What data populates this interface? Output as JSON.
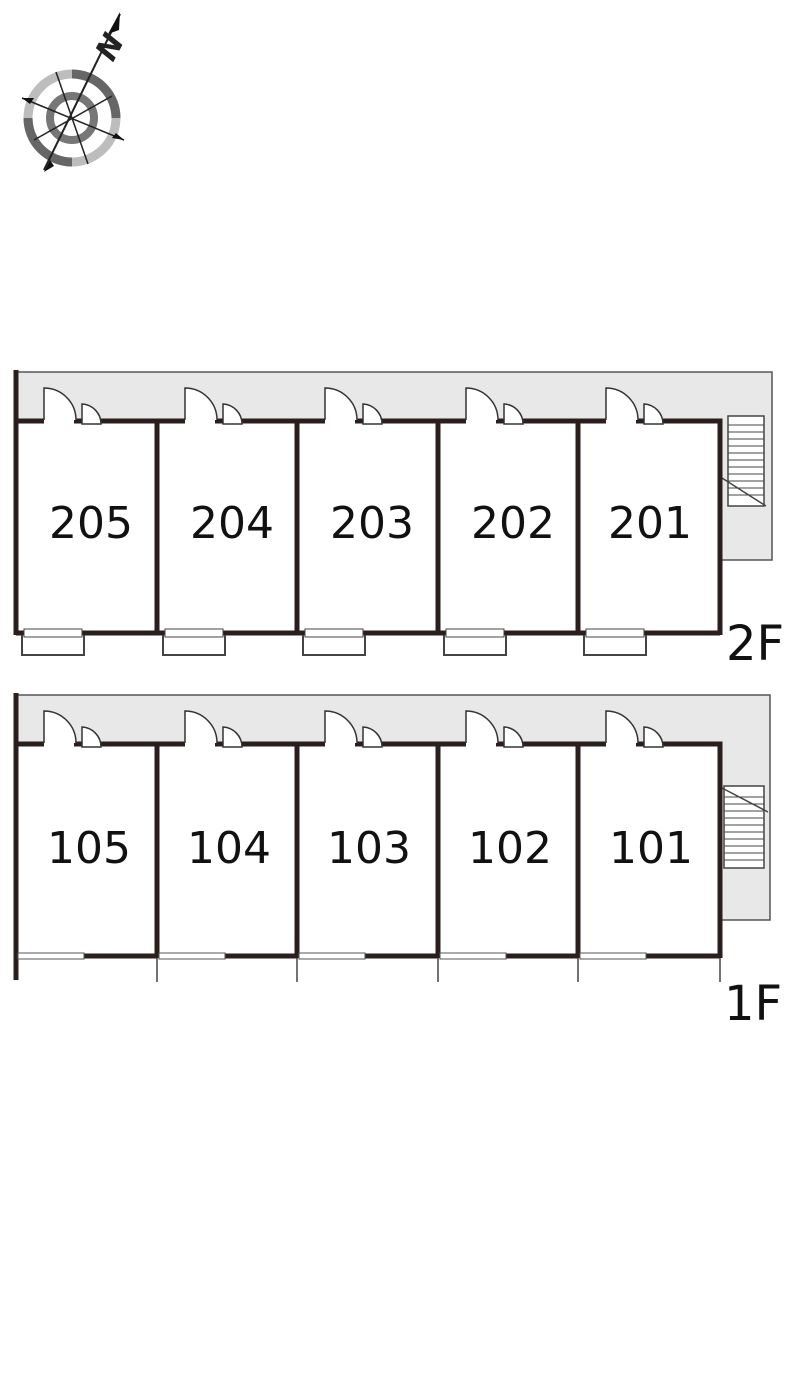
{
  "compass": {
    "north_label": "N",
    "icon": "compass-rose-icon"
  },
  "floors": [
    {
      "id": "2F",
      "label": "2F",
      "units": [
        "205",
        "204",
        "203",
        "202",
        "201"
      ]
    },
    {
      "id": "1F",
      "label": "1F",
      "units": [
        "105",
        "104",
        "103",
        "102",
        "101"
      ]
    }
  ],
  "colors": {
    "wall": "#2a1f1d",
    "corridor": "#e6e6e6",
    "outline": "#555555"
  }
}
